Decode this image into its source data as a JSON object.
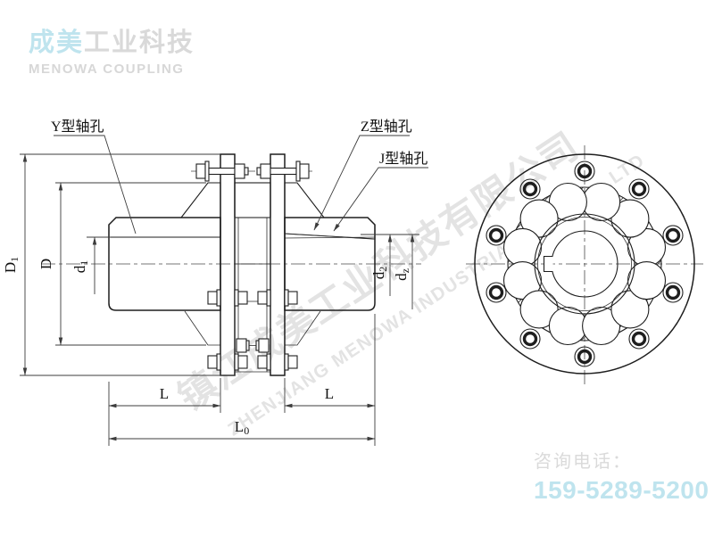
{
  "brand": {
    "highlight": "成美",
    "rest": "工业科技",
    "subtitle": "MENOWA COUPLING"
  },
  "contact": {
    "label": "咨询电话：",
    "phone": "159-5289-5200"
  },
  "watermark": {
    "line1": "镇江成美工业科技有限公司",
    "line2": "ZHENJIANG MENOWA INDUSTRIAL TECH CO.,LTD"
  },
  "callouts": {
    "y_bore": "Y型轴孔",
    "z_bore": "Z型轴孔",
    "j_bore": "J型轴孔"
  },
  "dims": {
    "D1": {
      "base": "D",
      "sub": "1"
    },
    "D": {
      "base": "D",
      "sub": ""
    },
    "d1": {
      "base": "d",
      "sub": "1"
    },
    "d2": {
      "base": "d",
      "sub": "2"
    },
    "dz": {
      "base": "d",
      "sub": "z"
    },
    "L_left": {
      "base": "L",
      "sub": ""
    },
    "L_right": {
      "base": "L",
      "sub": ""
    },
    "L0": {
      "base": "L",
      "sub": "0"
    }
  },
  "colors": {
    "accent": "#BFE4EE",
    "muted_text": "#D7D7D7",
    "watermark": "#E3E3E3",
    "line": "#1E1E1E",
    "dim_line": "#3C3C3C"
  }
}
